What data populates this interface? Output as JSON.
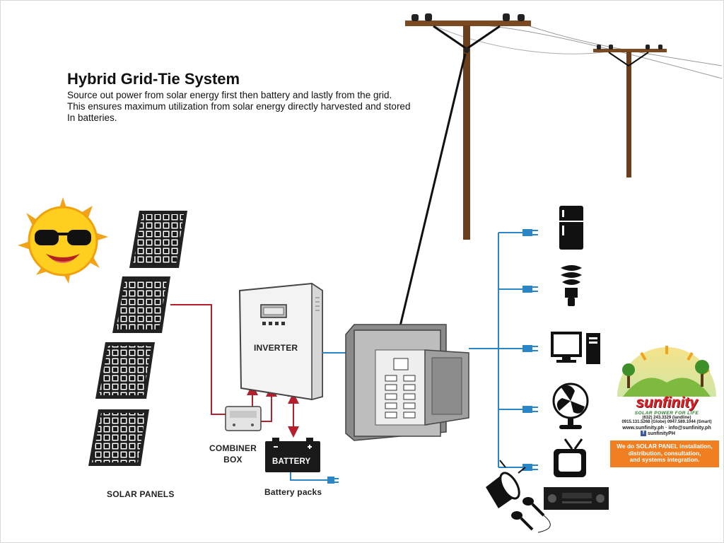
{
  "header": {
    "title": "Hybrid Grid-Tie System",
    "description": [
      "Source out power from solar energy first then battery and lastly from the grid.",
      "This ensures maximum utilization from solar energy directly harvested and stored",
      "In batteries."
    ]
  },
  "labels": {
    "solar_panels": "SOLAR PANELS",
    "inverter": "INVERTER",
    "combiner_line1": "COMBINER",
    "combiner_line2": "BOX",
    "battery": "BATTERY",
    "battery_packs": "Battery packs"
  },
  "logo": {
    "name": "sunfinity",
    "tagline": "SOLAR POWER FOR LIFE",
    "phone1": "(632) 243.3329 (landline)",
    "phone2": "0915.131.5268 (Globe) 0947.589.1044 (Smart)",
    "web": "www.sunfinity.ph · info@sunfinity.ph",
    "facebook": "sunfinityPH",
    "services": [
      "We do SOLAR PANEL installation,",
      "distribution, consultation,",
      "and systems integration."
    ]
  },
  "colors": {
    "dc_wire": "#b5202e",
    "ac_wire": "#2a86c7",
    "pole": "#7a4a22",
    "logo_red": "#d7232a",
    "logo_orange": "#f07f22"
  },
  "icons": [
    "sun-icon",
    "power-pole-icon",
    "refrigerator-icon",
    "light-bulb-icon",
    "computer-icon",
    "fan-icon",
    "television-icon",
    "speaker-icon",
    "microphone-icon",
    "amplifier-icon",
    "plug-icon",
    "facebook-icon"
  ]
}
